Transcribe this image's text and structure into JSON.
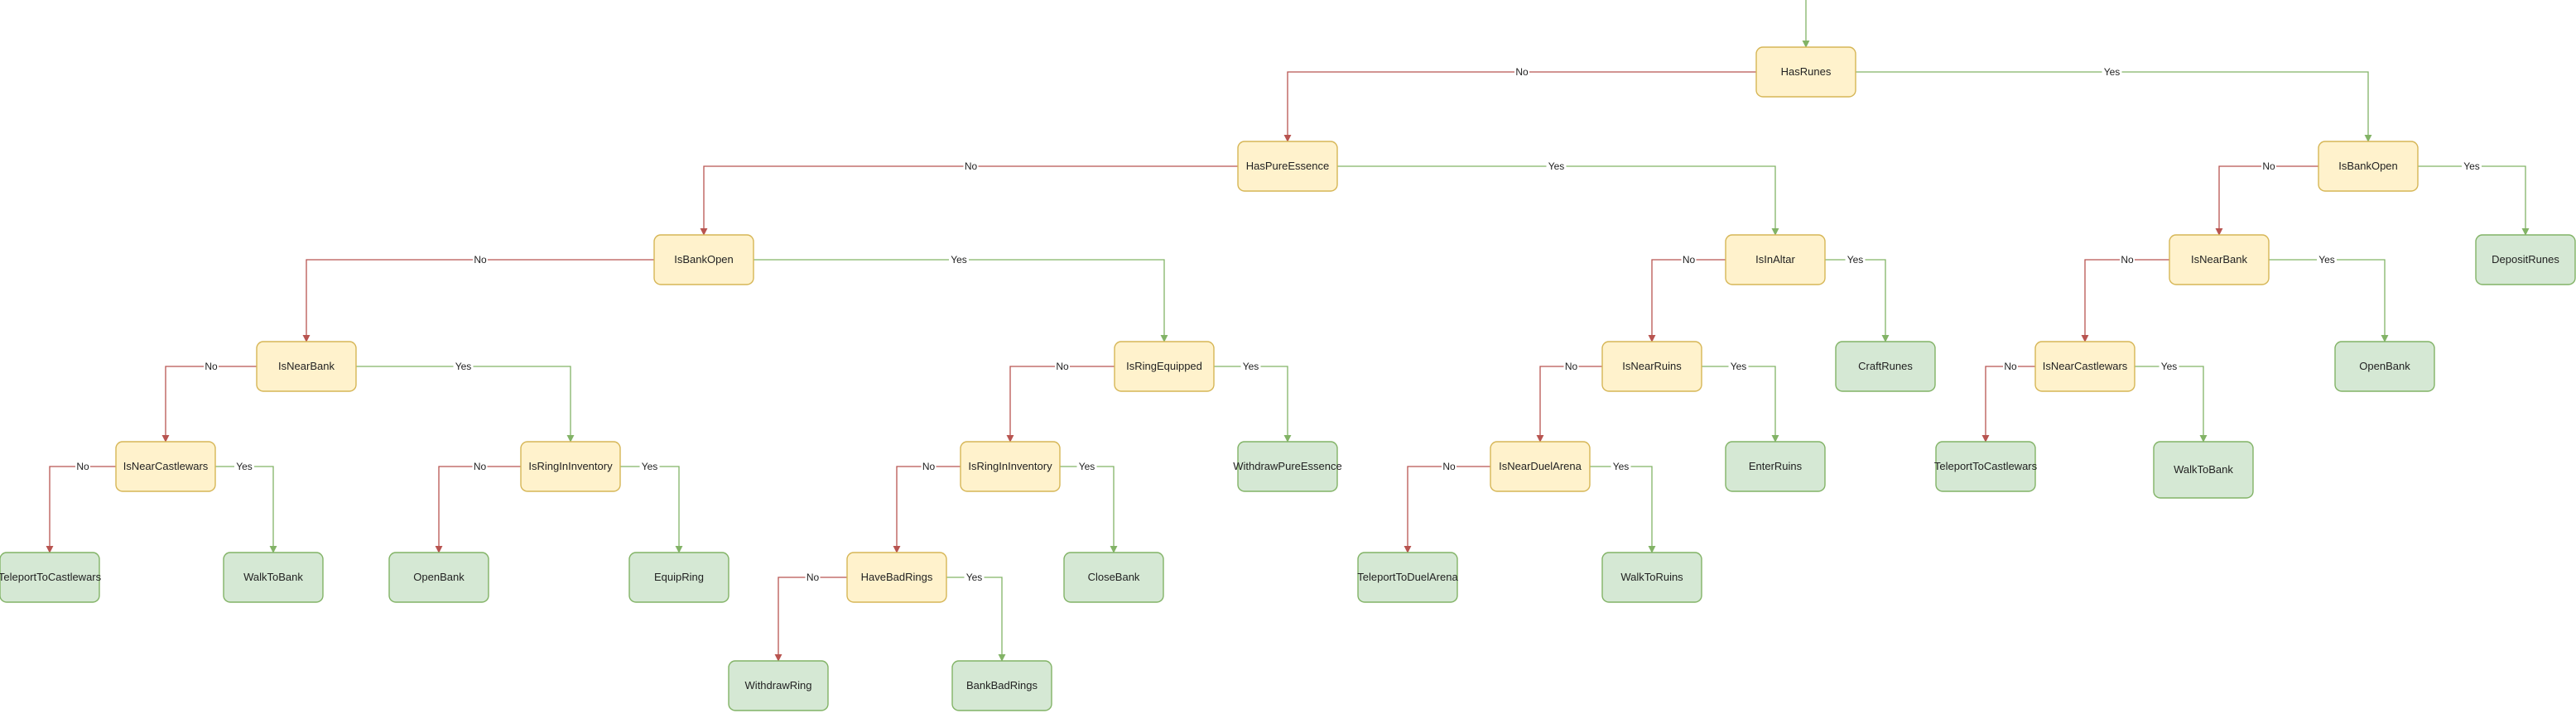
{
  "legend": {
    "no_label": "No",
    "yes_label": "Yes"
  },
  "colors": {
    "decision_fill": "#fff2cc",
    "decision_stroke": "#d6b656",
    "action_fill": "#d5e8d4",
    "action_stroke": "#82b366",
    "no_edge": "#b85450",
    "yes_edge": "#82b366"
  },
  "nodes": [
    {
      "id": "n1",
      "label": "HasRunes",
      "kind": "decision"
    },
    {
      "id": "n2",
      "label": "HasPureEssence",
      "kind": "decision"
    },
    {
      "id": "n3",
      "label": "IsBankOpen",
      "kind": "decision"
    },
    {
      "id": "n4",
      "label": "IsBankOpen",
      "kind": "decision"
    },
    {
      "id": "n5",
      "label": "IsInAltar",
      "kind": "decision"
    },
    {
      "id": "n6",
      "label": "IsNearBank",
      "kind": "decision"
    },
    {
      "id": "n7",
      "label": "DepositRunes",
      "kind": "action"
    },
    {
      "id": "n8",
      "label": "IsNearBank",
      "kind": "decision"
    },
    {
      "id": "n9",
      "label": "IsRingEquipped",
      "kind": "decision"
    },
    {
      "id": "n10",
      "label": "IsNearRuins",
      "kind": "decision"
    },
    {
      "id": "n11",
      "label": "CraftRunes",
      "kind": "action"
    },
    {
      "id": "n12",
      "label": "IsNearCastlewars",
      "kind": "decision"
    },
    {
      "id": "n13",
      "label": "OpenBank",
      "kind": "action"
    },
    {
      "id": "n14",
      "label": "IsNearCastlewars",
      "kind": "decision"
    },
    {
      "id": "n15",
      "label": "IsRingInInventory",
      "kind": "decision"
    },
    {
      "id": "n16",
      "label": "IsRingInInventory",
      "kind": "decision"
    },
    {
      "id": "n17",
      "label": "WithdrawPureEssence",
      "kind": "action"
    },
    {
      "id": "n18",
      "label": "IsNearDuelArena",
      "kind": "decision"
    },
    {
      "id": "n19",
      "label": "EnterRuins",
      "kind": "action"
    },
    {
      "id": "n20",
      "label": "TeleportToCastlewars",
      "kind": "action"
    },
    {
      "id": "n21",
      "label": "WalkToBank",
      "kind": "action"
    },
    {
      "id": "n22",
      "label": "TeleportToCastlewars",
      "kind": "action"
    },
    {
      "id": "n23",
      "label": "WalkToBank",
      "kind": "action"
    },
    {
      "id": "n24",
      "label": "OpenBank",
      "kind": "action"
    },
    {
      "id": "n25",
      "label": "EquipRing",
      "kind": "action"
    },
    {
      "id": "n26",
      "label": "HaveBadRings",
      "kind": "decision"
    },
    {
      "id": "n27",
      "label": "CloseBank",
      "kind": "action"
    },
    {
      "id": "n28",
      "label": "TeleportToDuelArena",
      "kind": "action"
    },
    {
      "id": "n29",
      "label": "WalkToRuins",
      "kind": "action"
    },
    {
      "id": "n30",
      "label": "WithdrawRing",
      "kind": "action"
    },
    {
      "id": "n31",
      "label": "BankBadRings",
      "kind": "action"
    }
  ],
  "edges": [
    {
      "from": "n1",
      "to": "n2",
      "label": "No"
    },
    {
      "from": "n1",
      "to": "n4",
      "label": "Yes"
    },
    {
      "from": "n2",
      "to": "n3",
      "label": "No"
    },
    {
      "from": "n2",
      "to": "n5",
      "label": "Yes"
    },
    {
      "from": "n4",
      "to": "n6",
      "label": "No"
    },
    {
      "from": "n4",
      "to": "n7",
      "label": "Yes"
    },
    {
      "from": "n3",
      "to": "n8",
      "label": "No"
    },
    {
      "from": "n3",
      "to": "n9",
      "label": "Yes"
    },
    {
      "from": "n5",
      "to": "n10",
      "label": "No"
    },
    {
      "from": "n5",
      "to": "n11",
      "label": "Yes"
    },
    {
      "from": "n6",
      "to": "n12",
      "label": "No"
    },
    {
      "from": "n6",
      "to": "n13",
      "label": "Yes"
    },
    {
      "from": "n8",
      "to": "n14",
      "label": "No"
    },
    {
      "from": "n8",
      "to": "n15",
      "label": "Yes"
    },
    {
      "from": "n9",
      "to": "n16",
      "label": "No"
    },
    {
      "from": "n9",
      "to": "n17",
      "label": "Yes"
    },
    {
      "from": "n10",
      "to": "n18",
      "label": "No"
    },
    {
      "from": "n10",
      "to": "n19",
      "label": "Yes"
    },
    {
      "from": "n12",
      "to": "n20",
      "label": "No"
    },
    {
      "from": "n12",
      "to": "n21",
      "label": "Yes"
    },
    {
      "from": "n14",
      "to": "n22",
      "label": "No"
    },
    {
      "from": "n14",
      "to": "n23",
      "label": "Yes"
    },
    {
      "from": "n15",
      "to": "n24",
      "label": "No"
    },
    {
      "from": "n15",
      "to": "n25",
      "label": "Yes"
    },
    {
      "from": "n16",
      "to": "n26",
      "label": "No"
    },
    {
      "from": "n16",
      "to": "n27",
      "label": "Yes"
    },
    {
      "from": "n18",
      "to": "n28",
      "label": "No"
    },
    {
      "from": "n18",
      "to": "n29",
      "label": "Yes"
    },
    {
      "from": "n26",
      "to": "n30",
      "label": "No"
    },
    {
      "from": "n26",
      "to": "n31",
      "label": "Yes"
    }
  ]
}
